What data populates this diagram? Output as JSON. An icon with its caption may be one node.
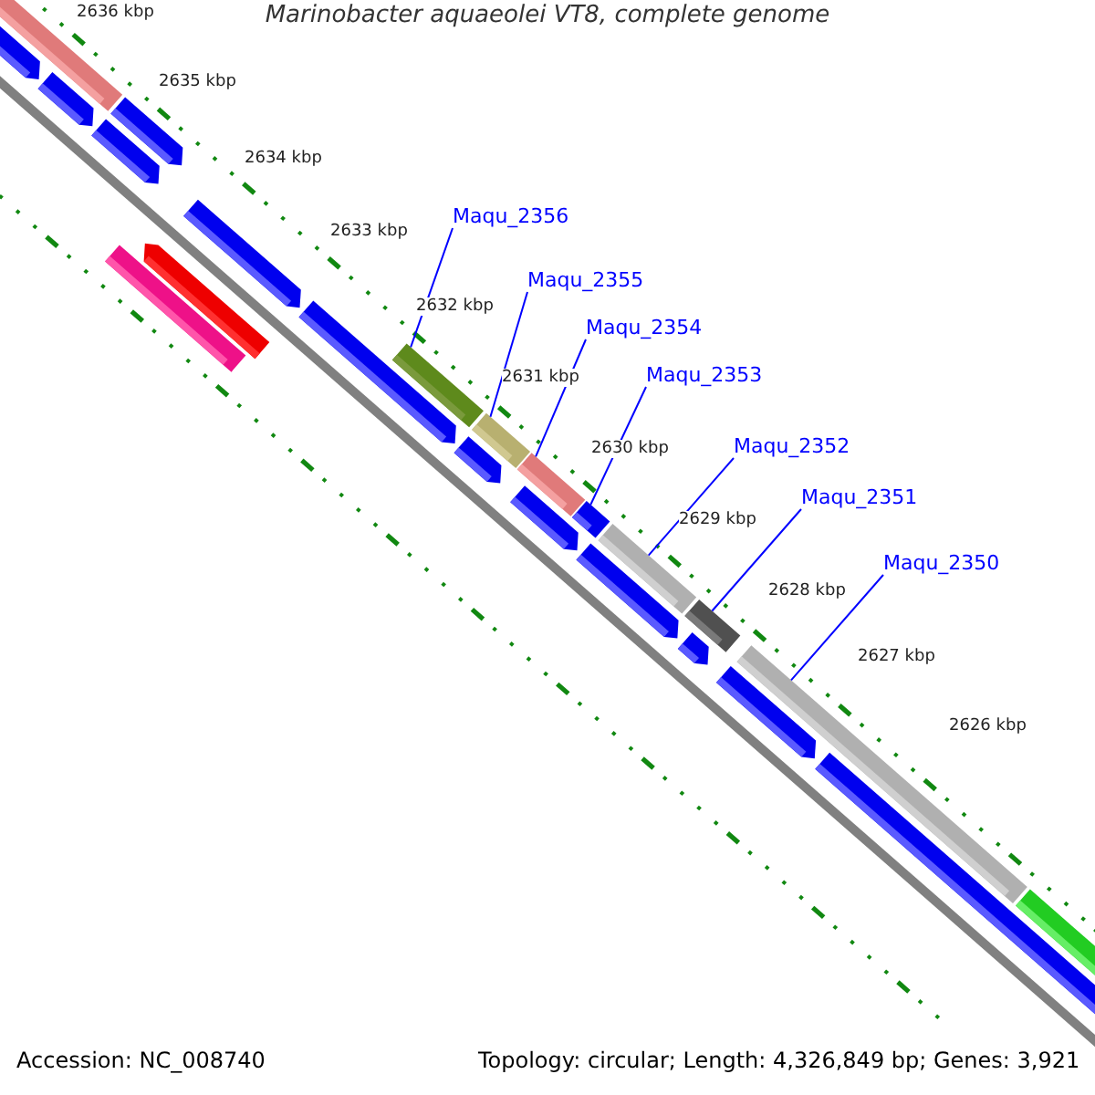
{
  "diagram": {
    "title": "Marinobacter aquaeolei VT8, complete genome",
    "nodes": [
      {
        "text": [
          "Maqu_2356"
        ]
      },
      {
        "text": [
          "Maqu_2355"
        ]
      },
      {
        "text": [
          "Maqu_2354"
        ]
      },
      {
        "text": [
          "Maqu_2353"
        ]
      },
      {
        "text": [
          "Maqu_2352"
        ]
      },
      {
        "text": [
          "Maqu_2351"
        ]
      },
      {
        "text": [
          "Maqu_2350"
        ]
      },
      {
        "text": [],
        "shape": "bar"
      },
      {
        "text": [],
        "shape": "bar"
      },
      {
        "text": [],
        "shape": "bar"
      },
      {
        "text": [],
        "shape": "bar"
      },
      {
        "text": [],
        "shape": "bar"
      },
      {
        "text": [],
        "shape": "bar"
      },
      {
        "text": [],
        "shape": "bar"
      }
    ],
    "edges": [
      {
        "from": 0,
        "to": 7,
        "arrow": "none"
      },
      {
        "from": 1,
        "to": 8,
        "arrow": "none"
      },
      {
        "from": 2,
        "to": 9,
        "arrow": "none"
      },
      {
        "from": 3,
        "to": 10,
        "arrow": "none"
      },
      {
        "from": 4,
        "to": 11,
        "arrow": "none"
      },
      {
        "from": 5,
        "to": 12,
        "arrow": "none"
      },
      {
        "from": 6,
        "to": 13,
        "arrow": "none"
      }
    ],
    "labels": [
      "2636 kbp",
      "2635 kbp",
      "2634 kbp",
      "2633 kbp",
      "2632 kbp",
      "2631 kbp",
      "2630 kbp",
      "2629 kbp",
      "2628 kbp",
      "2627 kbp",
      "2626 kbp",
      "Accession: NC_008740",
      "Topology: circular; Length: 4,326,849 bp; Genes: 3,921"
    ]
  }
}
